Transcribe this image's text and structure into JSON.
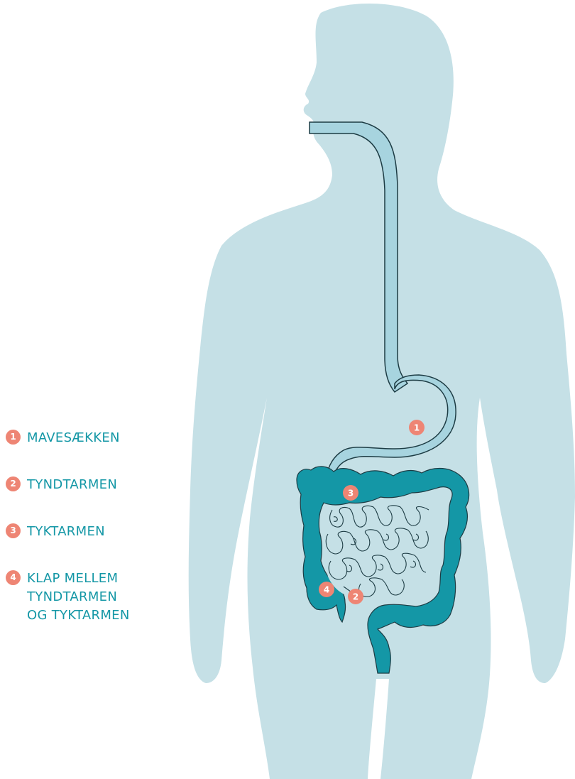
{
  "colors": {
    "body": "#c5e0e6",
    "colon": "#1497a6",
    "stomach": "#a7d4df",
    "outline": "#1d3c44",
    "marker": "#ee8574",
    "label_text": "#1497a6"
  },
  "legend": [
    {
      "number": "1",
      "label": "MAVESÆKKEN"
    },
    {
      "number": "2",
      "label": "TYNDTARMEN"
    },
    {
      "number": "3",
      "label": "TYKTARMEN"
    },
    {
      "number": "4",
      "label": "KLAP MELLEM\nTYNDTARMEN\nOG TYKTARMEN"
    }
  ],
  "markers": {
    "stomach": "1",
    "small_intestine": "2",
    "large_intestine": "3",
    "valve": "4"
  }
}
